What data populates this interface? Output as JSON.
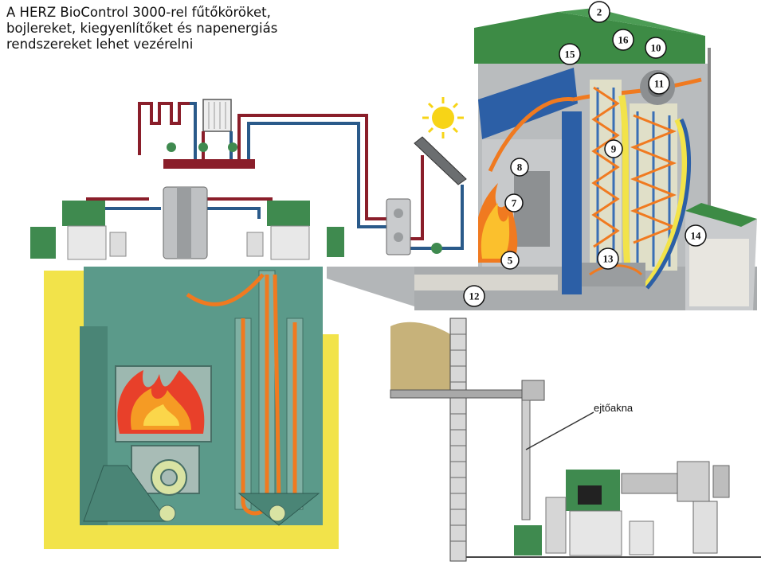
{
  "title": {
    "line1": "A HERZ BioControl 3000-rel fűtőköröket,",
    "line2": "bojlereket, kiegyenlítőket és napenergiás",
    "line3": "rendszereket lehet vezérelni"
  },
  "cutaway": {
    "part_numbers": [
      "2",
      "15",
      "16",
      "10",
      "11",
      "9",
      "8",
      "7",
      "14",
      "5",
      "13",
      "12"
    ]
  },
  "silo": {
    "chute_label": "ejtőakna"
  },
  "colors": {
    "boiler_green": "#3f8a4f",
    "insulation_blue": "#2a5fa8",
    "flame_orange": "#f07a20",
    "pipe_red": "#8a1e2a",
    "pipe_blue": "#2a5a8a",
    "chamber_green": "#5b9a8a",
    "insulation_yellow": "#f2e34a"
  }
}
